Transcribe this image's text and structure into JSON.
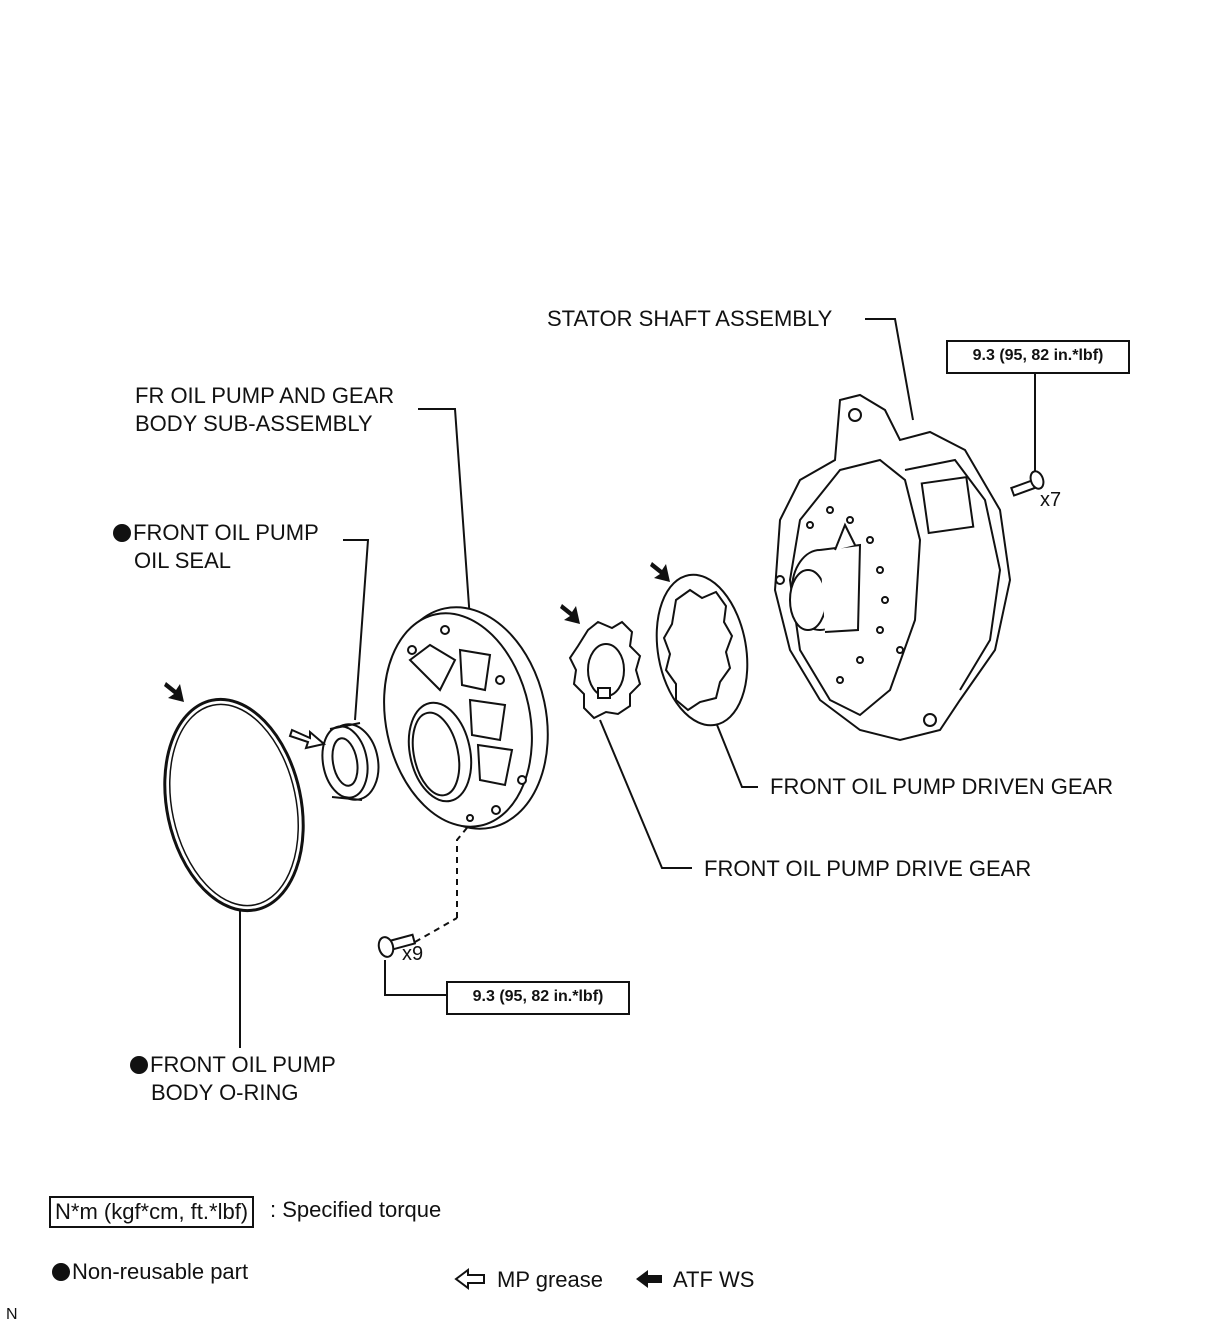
{
  "labels": {
    "stator_shaft": "STATOR SHAFT ASSEMBLY",
    "fr_pump_body_line1": "FR OIL PUMP AND GEAR",
    "fr_pump_body_line2": "BODY SUB-ASSEMBLY",
    "oil_seal_line1": "FRONT OIL PUMP",
    "oil_seal_line2": "OIL SEAL",
    "driven_gear": "FRONT OIL PUMP DRIVEN GEAR",
    "drive_gear": "FRONT OIL PUMP DRIVE GEAR",
    "o_ring_line1": "FRONT OIL PUMP",
    "o_ring_line2": "BODY O-RING"
  },
  "torque": {
    "top": "9.3 (95, 82 in.*lbf)",
    "bottom": "9.3 (95, 82 in.*lbf)"
  },
  "quantities": {
    "bolts_top": "x7",
    "bolts_bottom": "x9"
  },
  "legend": {
    "torque_box": "N*m (kgf*cm, ft.*lbf)",
    "torque_text": ": Specified torque",
    "non_reusable": "Non-reusable part",
    "mp_grease": "MP grease",
    "atf_ws": "ATF WS"
  },
  "corner_code": "N"
}
